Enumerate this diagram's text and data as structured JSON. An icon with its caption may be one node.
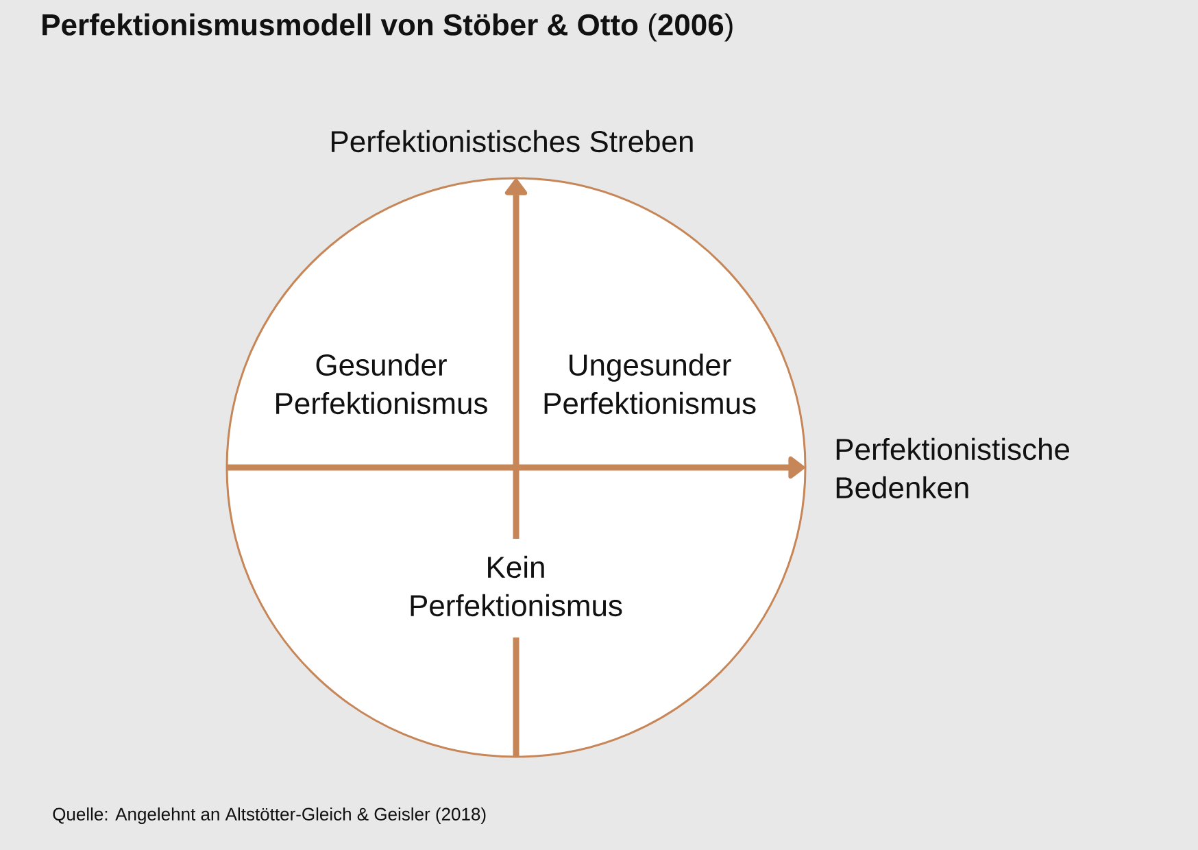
{
  "diagram": {
    "title": "**Perfektionismusmodell von Stöber & Otto** (**2006**)",
    "caption": "Quelle: Angelehnt an Altstötter-Gleich & Geisler (2018)",
    "nodes": [
      {
        "text": [
          "Gesunder Perfektionismus",
          "Ungesunder Perfektionismus",
          "Kein Perfektionismus"
        ]
      }
    ],
    "labels": [
      "Perfektionistisches Streben",
      "Perfektionistische Bedenken"
    ]
  }
}
